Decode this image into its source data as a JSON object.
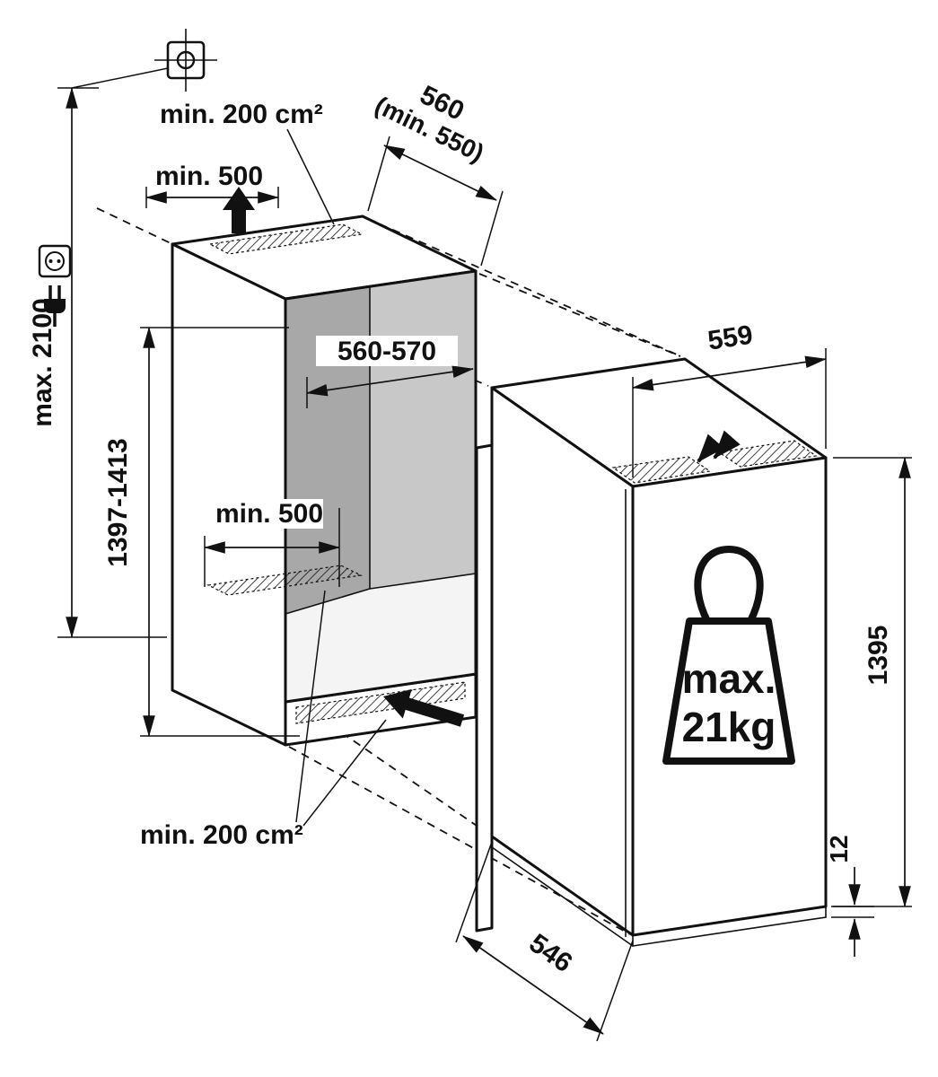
{
  "figure": {
    "kind": "appliance-installation-diagram",
    "background": "#ffffff",
    "line_color": "#111111",
    "niche_back_color": "#c8c8c8",
    "niche_side_color": "#a8a8a8"
  },
  "dimensions": {
    "ceiling_height": "max. 2100",
    "top_clearance": "min. 500",
    "top_vent_area": "min. 200 cm²",
    "niche_depth": "560",
    "niche_depth_min": "(min. 550)",
    "niche_width": "560-570",
    "niche_height": "1397-1413",
    "base_depth": "min. 500",
    "bottom_vent_area": "min. 200 cm²",
    "appliance_width": "559",
    "appliance_height": "1395",
    "bottom_gap": "12",
    "appliance_depth": "546"
  },
  "appliance": {
    "door_weight_line1": "max.",
    "door_weight_line2": "21kg"
  }
}
